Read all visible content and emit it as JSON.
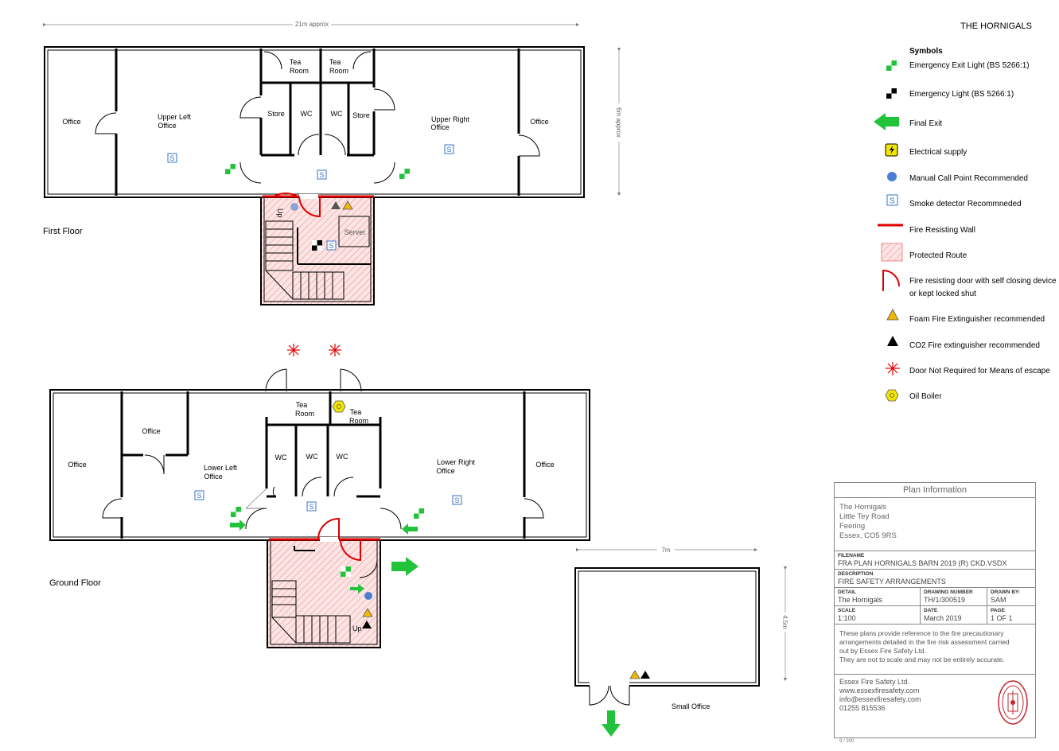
{
  "title": "THE HORNIGALS",
  "dimensions": {
    "first_floor_width": "21m approx",
    "first_floor_depth": "6m approx",
    "small_office_width": "7m",
    "small_office_depth": "4.5m"
  },
  "first_floor": {
    "label": "First Floor",
    "rooms": {
      "office_left": "Office",
      "upper_left_office_1": "Upper Left",
      "upper_left_office_2": "Office",
      "tea_room_a_1": "Tea",
      "tea_room_a_2": "Room",
      "tea_room_b_1": "Tea",
      "tea_room_b_2": "Room",
      "store_left": "Store",
      "wc_1": "WC",
      "wc_2": "WC",
      "store_right": "Store",
      "upper_right_office_1": "Upper Right",
      "upper_right_office_2": "Office",
      "office_right": "Office",
      "server": "Server",
      "up": "Up"
    }
  },
  "ground_floor": {
    "label": "Ground Floor",
    "rooms": {
      "office_left": "Office",
      "office_inner": "Office",
      "lower_left_office_1": "Lower Left",
      "lower_left_office_2": "Office",
      "tea_room_a_1": "Tea",
      "tea_room_a_2": "Room",
      "tea_room_b_1": "Tea",
      "tea_room_b_2": "Room",
      "wc_1": "WC",
      "wc_2": "WC",
      "wc_3": "WC",
      "lower_right_office_1": "Lower Right",
      "lower_right_office_2": "Office",
      "office_right": "Office",
      "up": "Up"
    }
  },
  "small_office": {
    "label": "Small Office"
  },
  "legend": {
    "heading": "Symbols",
    "items": [
      {
        "label": "Emergency Exit Light (BS 5266:1)",
        "icon": "emergency-exit-light-icon"
      },
      {
        "label": "Emergency Light (BS 5266:1)",
        "icon": "emergency-light-icon"
      },
      {
        "label": "Final Exit",
        "icon": "final-exit-arrow-icon"
      },
      {
        "label": "Electrical supply",
        "icon": "electrical-supply-icon"
      },
      {
        "label": "Manual Call Point Recommended",
        "icon": "manual-call-point-icon"
      },
      {
        "label": "Smoke detector Recommneded",
        "icon": "smoke-detector-icon"
      },
      {
        "label": "Fire Resisting Wall",
        "icon": "fire-resisting-wall-icon"
      },
      {
        "label": "Protected Route",
        "icon": "protected-route-icon"
      },
      {
        "label": "Fire resisting door with self closing device",
        "label2": "or kept locked shut",
        "icon": "fire-door-icon"
      },
      {
        "label": "Foam Fire Extinguisher recommended",
        "icon": "foam-extinguisher-icon"
      },
      {
        "label": "CO2 Fire extinguisher recommended",
        "icon": "co2-extinguisher-icon"
      },
      {
        "label": "Door Not Required for Means of escape",
        "icon": "door-not-required-icon"
      },
      {
        "label": "Oil Boiler",
        "icon": "oil-boiler-icon"
      }
    ]
  },
  "colors": {
    "fire_red": "#e00000",
    "exit_green": "#22c33a",
    "call_point_blue": "#4a7fd4",
    "foam_orange": "#f5b800",
    "smoke_blue": "#3a73c9",
    "boiler_yellow": "#f2e600"
  },
  "plan_info": {
    "heading": "Plan Information",
    "address": [
      "The Hornigals",
      "Little Tey Road",
      "Feering",
      "Essex, CO5 9RS"
    ],
    "filename_label": "FILENAME",
    "filename": "FRA PLAN HORNIGALS BARN 2019 (R) CKD.VSDX",
    "description_label": "DESCRIPTION",
    "description": "FIRE SAFETY ARRANGEMENTS",
    "detail_label": "DETAIL",
    "detail": "The Hornigals",
    "drawing_number_label": "DRAWING NUMBER",
    "drawing_number": "TH/1/300519",
    "drawn_by_label": "DRAWN BY:",
    "drawn_by": "SAM",
    "scale_label": "SCALE",
    "scale": "1:100",
    "date_label": "DATE",
    "date": "March 2019",
    "page_label": "PAGE",
    "page": "1 OF 1",
    "note": [
      "These plans provide reference to the fire precautionary",
      "arrangements detailed in the fire risk assessment carried",
      "out by Essex Fire Safety Ltd.",
      "They are not to scale and may not be entirely accurate."
    ],
    "contact": [
      "Essex Fire Safety Ltd.",
      "www.essexfiresafety.com",
      "info@essexfiresafety.com",
      "01255 815536"
    ],
    "page_number": "9 / 200"
  }
}
